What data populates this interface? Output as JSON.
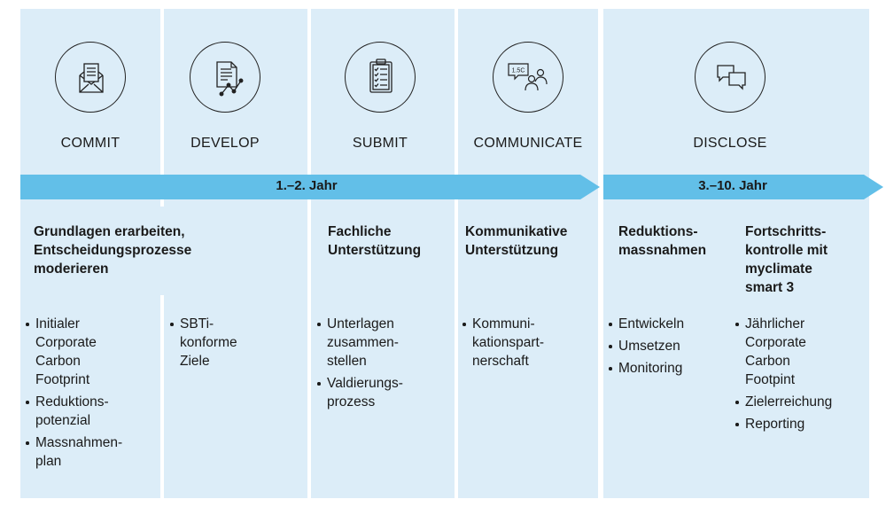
{
  "phases": [
    "COMMIT",
    "DEVELOP",
    "SUBMIT",
    "COMMUNICATE",
    "DISCLOSE"
  ],
  "icons": [
    "envelope-letter-icon",
    "document-chart-icon",
    "clipboard-checklist-icon",
    "speech-bubble-people-icon",
    "chat-bubbles-icon"
  ],
  "icon_text": {
    "bubble": "1.5C"
  },
  "timeline": {
    "period_1": "1.–2. Jahr",
    "period_2": "3.–10. Jahr"
  },
  "headings": {
    "grundlagen": "Grundlagen erarbeiten,\nEntscheidungsprozesse\nmoderieren",
    "fachliche": "Fachliche\nUnterstützung",
    "kommunikative": "Kommunikative\nUnterstützung",
    "reduktion": "Reduktions-\nmassnahmen",
    "fortschritt": "Fortschritts-\nkontrolle mit\nmyclimate\nsmart 3"
  },
  "lists": {
    "commit": [
      "Initialer\nCorporate\nCarbon\nFootprint",
      "Reduktions-\npotenzial",
      "Massnahmen-\nplan"
    ],
    "develop": [
      "SBTi-\nkonforme\nZiele"
    ],
    "submit": [
      "Unterlagen\nzusammen-\nstellen",
      "Valdierungs-\nprozess"
    ],
    "communicate": [
      "Kommuni-\nkationspart-\nnerschaft"
    ],
    "reduktion": [
      "Entwickeln",
      "Umsetzen",
      "Monitoring"
    ],
    "fortschritt": [
      "Jährlicher\nCorporate\nCarbon\nFootpint",
      "Zielerreichung",
      "Reporting"
    ]
  },
  "colors": {
    "panel": "#dcedf8",
    "arrow": "#62bfe8",
    "text": "#1a1a1a"
  }
}
